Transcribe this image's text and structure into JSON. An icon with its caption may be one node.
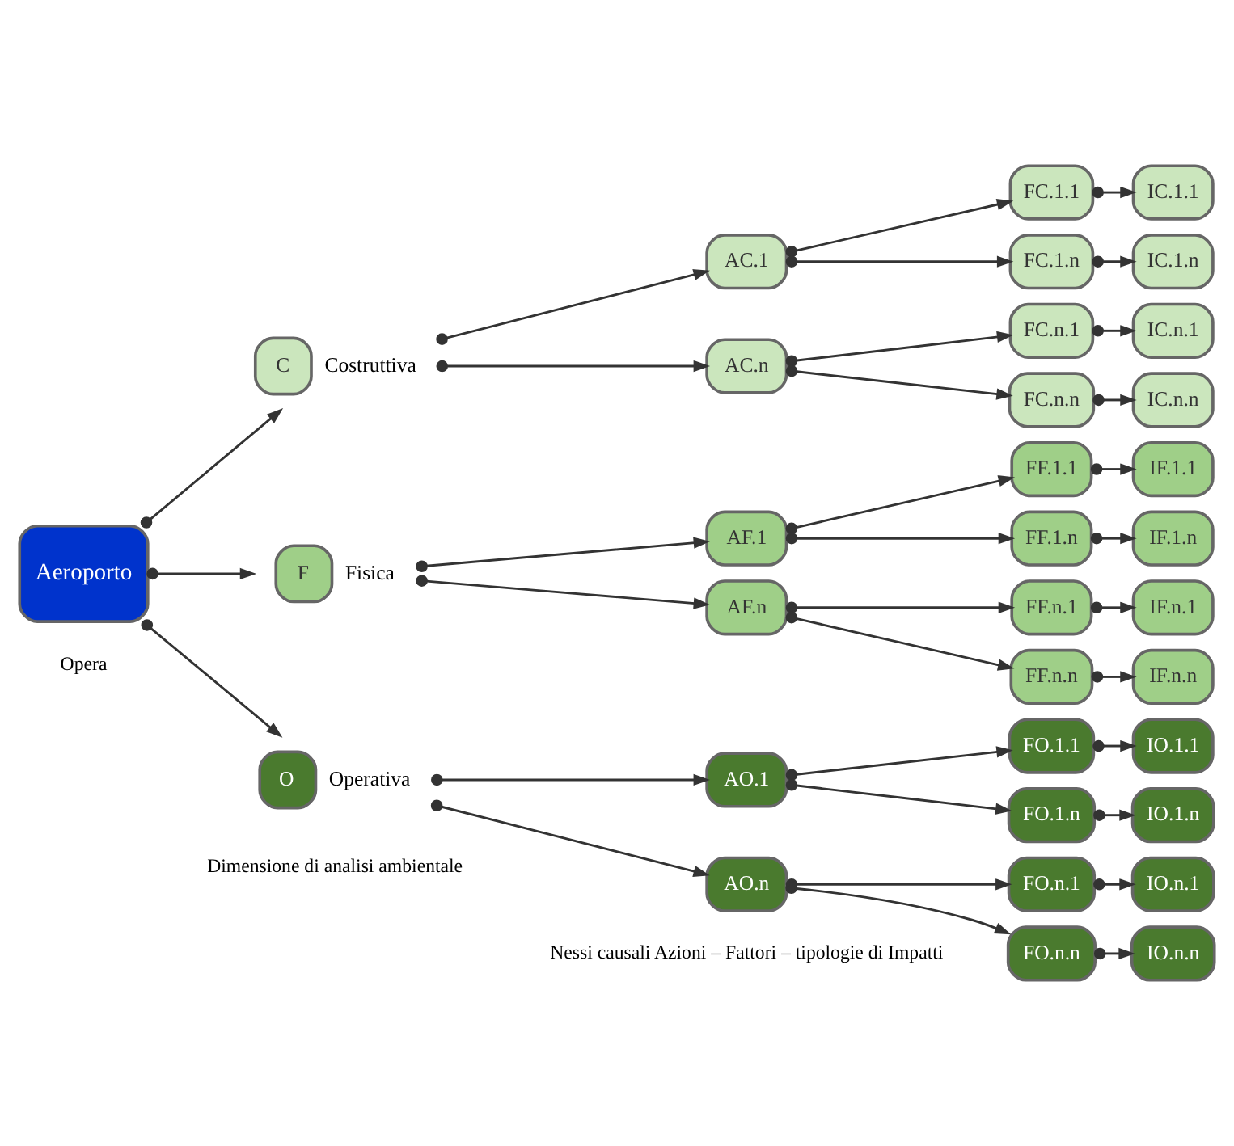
{
  "diagram": {
    "nodes": [
      {
        "text": [
          "Aeroporto"
        ]
      },
      {
        "text": [
          "C"
        ],
        "beside": [
          "Costruttiva"
        ]
      },
      {
        "text": [
          "F"
        ],
        "beside": [
          "Fisica"
        ]
      },
      {
        "text": [
          "O"
        ],
        "beside": [
          "Operativa"
        ]
      },
      {
        "text": [
          "AC.1"
        ]
      },
      {
        "text": [
          "AC.n"
        ]
      },
      {
        "text": [
          "FC.1.1"
        ]
      },
      {
        "text": [
          "FC.1.n"
        ]
      },
      {
        "text": [
          "FC.n.1"
        ]
      },
      {
        "text": [
          "FC.n.n"
        ]
      },
      {
        "text": [
          "IC.1.1"
        ]
      },
      {
        "text": [
          "IC.1.n"
        ]
      },
      {
        "text": [
          "IC.n.1"
        ]
      },
      {
        "text": [
          "IC.n.n"
        ]
      },
      {
        "text": [
          "AF.1"
        ]
      },
      {
        "text": [
          "AF.n"
        ]
      },
      {
        "text": [
          "FF.1.1"
        ]
      },
      {
        "text": [
          "FF.1.n"
        ]
      },
      {
        "text": [
          "FF.n.1"
        ]
      },
      {
        "text": [
          "FF.n.n"
        ]
      },
      {
        "text": [
          "IF.1.1"
        ]
      },
      {
        "text": [
          "IF.1.n"
        ]
      },
      {
        "text": [
          "IF.n.1"
        ]
      },
      {
        "text": [
          "IF.n.n"
        ]
      },
      {
        "text": [
          "AO.1"
        ]
      },
      {
        "text": [
          "AO.n"
        ]
      },
      {
        "text": [
          "FO.1.1"
        ]
      },
      {
        "text": [
          "FO.1.n"
        ]
      },
      {
        "text": [
          "FO.n.1"
        ]
      },
      {
        "text": [
          "FO.n.n"
        ]
      },
      {
        "text": [
          "IO.1.1"
        ]
      },
      {
        "text": [
          "IO.1.n"
        ]
      },
      {
        "text": [
          "IO.n.1"
        ]
      },
      {
        "text": [
          "IO.n.n"
        ]
      }
    ],
    "edges": [
      {
        "from": 0,
        "to": 1,
        "arrow": "to"
      },
      {
        "from": 0,
        "to": 2,
        "arrow": "to"
      },
      {
        "from": 0,
        "to": 3,
        "arrow": "to"
      },
      {
        "from": 1,
        "to": 4,
        "arrow": "to"
      },
      {
        "from": 1,
        "to": 5,
        "arrow": "to"
      },
      {
        "from": 4,
        "to": 6,
        "arrow": "to"
      },
      {
        "from": 4,
        "to": 7,
        "arrow": "to"
      },
      {
        "from": 5,
        "to": 8,
        "arrow": "to"
      },
      {
        "from": 5,
        "to": 9,
        "arrow": "to"
      },
      {
        "from": 6,
        "to": 10,
        "arrow": "to"
      },
      {
        "from": 7,
        "to": 11,
        "arrow": "to"
      },
      {
        "from": 8,
        "to": 12,
        "arrow": "to"
      },
      {
        "from": 9,
        "to": 13,
        "arrow": "to"
      },
      {
        "from": 2,
        "to": 14,
        "arrow": "to"
      },
      {
        "from": 2,
        "to": 15,
        "arrow": "to"
      },
      {
        "from": 14,
        "to": 16,
        "arrow": "to"
      },
      {
        "from": 14,
        "to": 17,
        "arrow": "to"
      },
      {
        "from": 15,
        "to": 18,
        "arrow": "to"
      },
      {
        "from": 15,
        "to": 19,
        "arrow": "to"
      },
      {
        "from": 16,
        "to": 20,
        "arrow": "to"
      },
      {
        "from": 17,
        "to": 21,
        "arrow": "to"
      },
      {
        "from": 18,
        "to": 22,
        "arrow": "to"
      },
      {
        "from": 19,
        "to": 23,
        "arrow": "to"
      },
      {
        "from": 3,
        "to": 24,
        "arrow": "to"
      },
      {
        "from": 3,
        "to": 25,
        "arrow": "to"
      },
      {
        "from": 24,
        "to": 26,
        "arrow": "to"
      },
      {
        "from": 24,
        "to": 27,
        "arrow": "to"
      },
      {
        "from": 25,
        "to": 28,
        "arrow": "to"
      },
      {
        "from": 25,
        "to": 29,
        "arrow": "to"
      },
      {
        "from": 26,
        "to": 30,
        "arrow": "to"
      },
      {
        "from": 27,
        "to": 31,
        "arrow": "to"
      },
      {
        "from": 28,
        "to": 32,
        "arrow": "to"
      },
      {
        "from": 29,
        "to": 33,
        "arrow": "to"
      }
    ],
    "labels": [
      "Opera",
      "Dimensione di analisi ambientale",
      "Nessi causali Azioni – Fattori – tipologie di Impatti"
    ]
  }
}
